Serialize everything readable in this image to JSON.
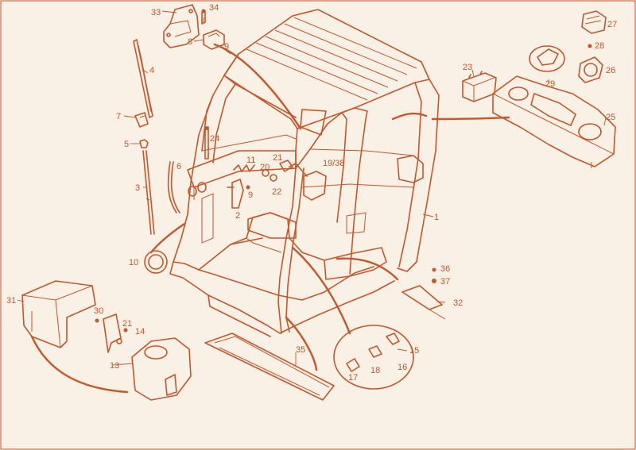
{
  "diagram": {
    "callouts": [
      {
        "id": "c33",
        "text": "33"
      },
      {
        "id": "c34",
        "text": "34"
      },
      {
        "id": "c8",
        "text": "8"
      },
      {
        "id": "c9a",
        "text": "9"
      },
      {
        "id": "c4",
        "text": "4"
      },
      {
        "id": "c7",
        "text": "7"
      },
      {
        "id": "c5",
        "text": "5"
      },
      {
        "id": "c24",
        "text": "24"
      },
      {
        "id": "c6",
        "text": "6"
      },
      {
        "id": "c3",
        "text": "3"
      },
      {
        "id": "c11",
        "text": "11"
      },
      {
        "id": "c21a",
        "text": "21"
      },
      {
        "id": "c20",
        "text": "20"
      },
      {
        "id": "c1938",
        "text": "19/38"
      },
      {
        "id": "c22",
        "text": "22"
      },
      {
        "id": "c9b",
        "text": "9"
      },
      {
        "id": "c2",
        "text": "2"
      },
      {
        "id": "c10",
        "text": "10"
      },
      {
        "id": "c1",
        "text": "1"
      },
      {
        "id": "c23",
        "text": "23"
      },
      {
        "id": "c27",
        "text": "27"
      },
      {
        "id": "c28",
        "text": "28"
      },
      {
        "id": "c29",
        "text": "29"
      },
      {
        "id": "c26",
        "text": "26"
      },
      {
        "id": "c25",
        "text": "25"
      },
      {
        "id": "c36",
        "text": "36"
      },
      {
        "id": "c37",
        "text": "37"
      },
      {
        "id": "c32",
        "text": "32"
      },
      {
        "id": "c31",
        "text": "31"
      },
      {
        "id": "c30",
        "text": "30"
      },
      {
        "id": "c21b",
        "text": "21"
      },
      {
        "id": "c14",
        "text": "14"
      },
      {
        "id": "c13",
        "text": "13"
      },
      {
        "id": "c35",
        "text": "35"
      },
      {
        "id": "c15",
        "text": "15"
      },
      {
        "id": "c16",
        "text": "16"
      },
      {
        "id": "c18",
        "text": "18"
      },
      {
        "id": "c17",
        "text": "17"
      }
    ],
    "colors": {
      "line": "#c8562b",
      "background": "#f9f0e6"
    }
  }
}
